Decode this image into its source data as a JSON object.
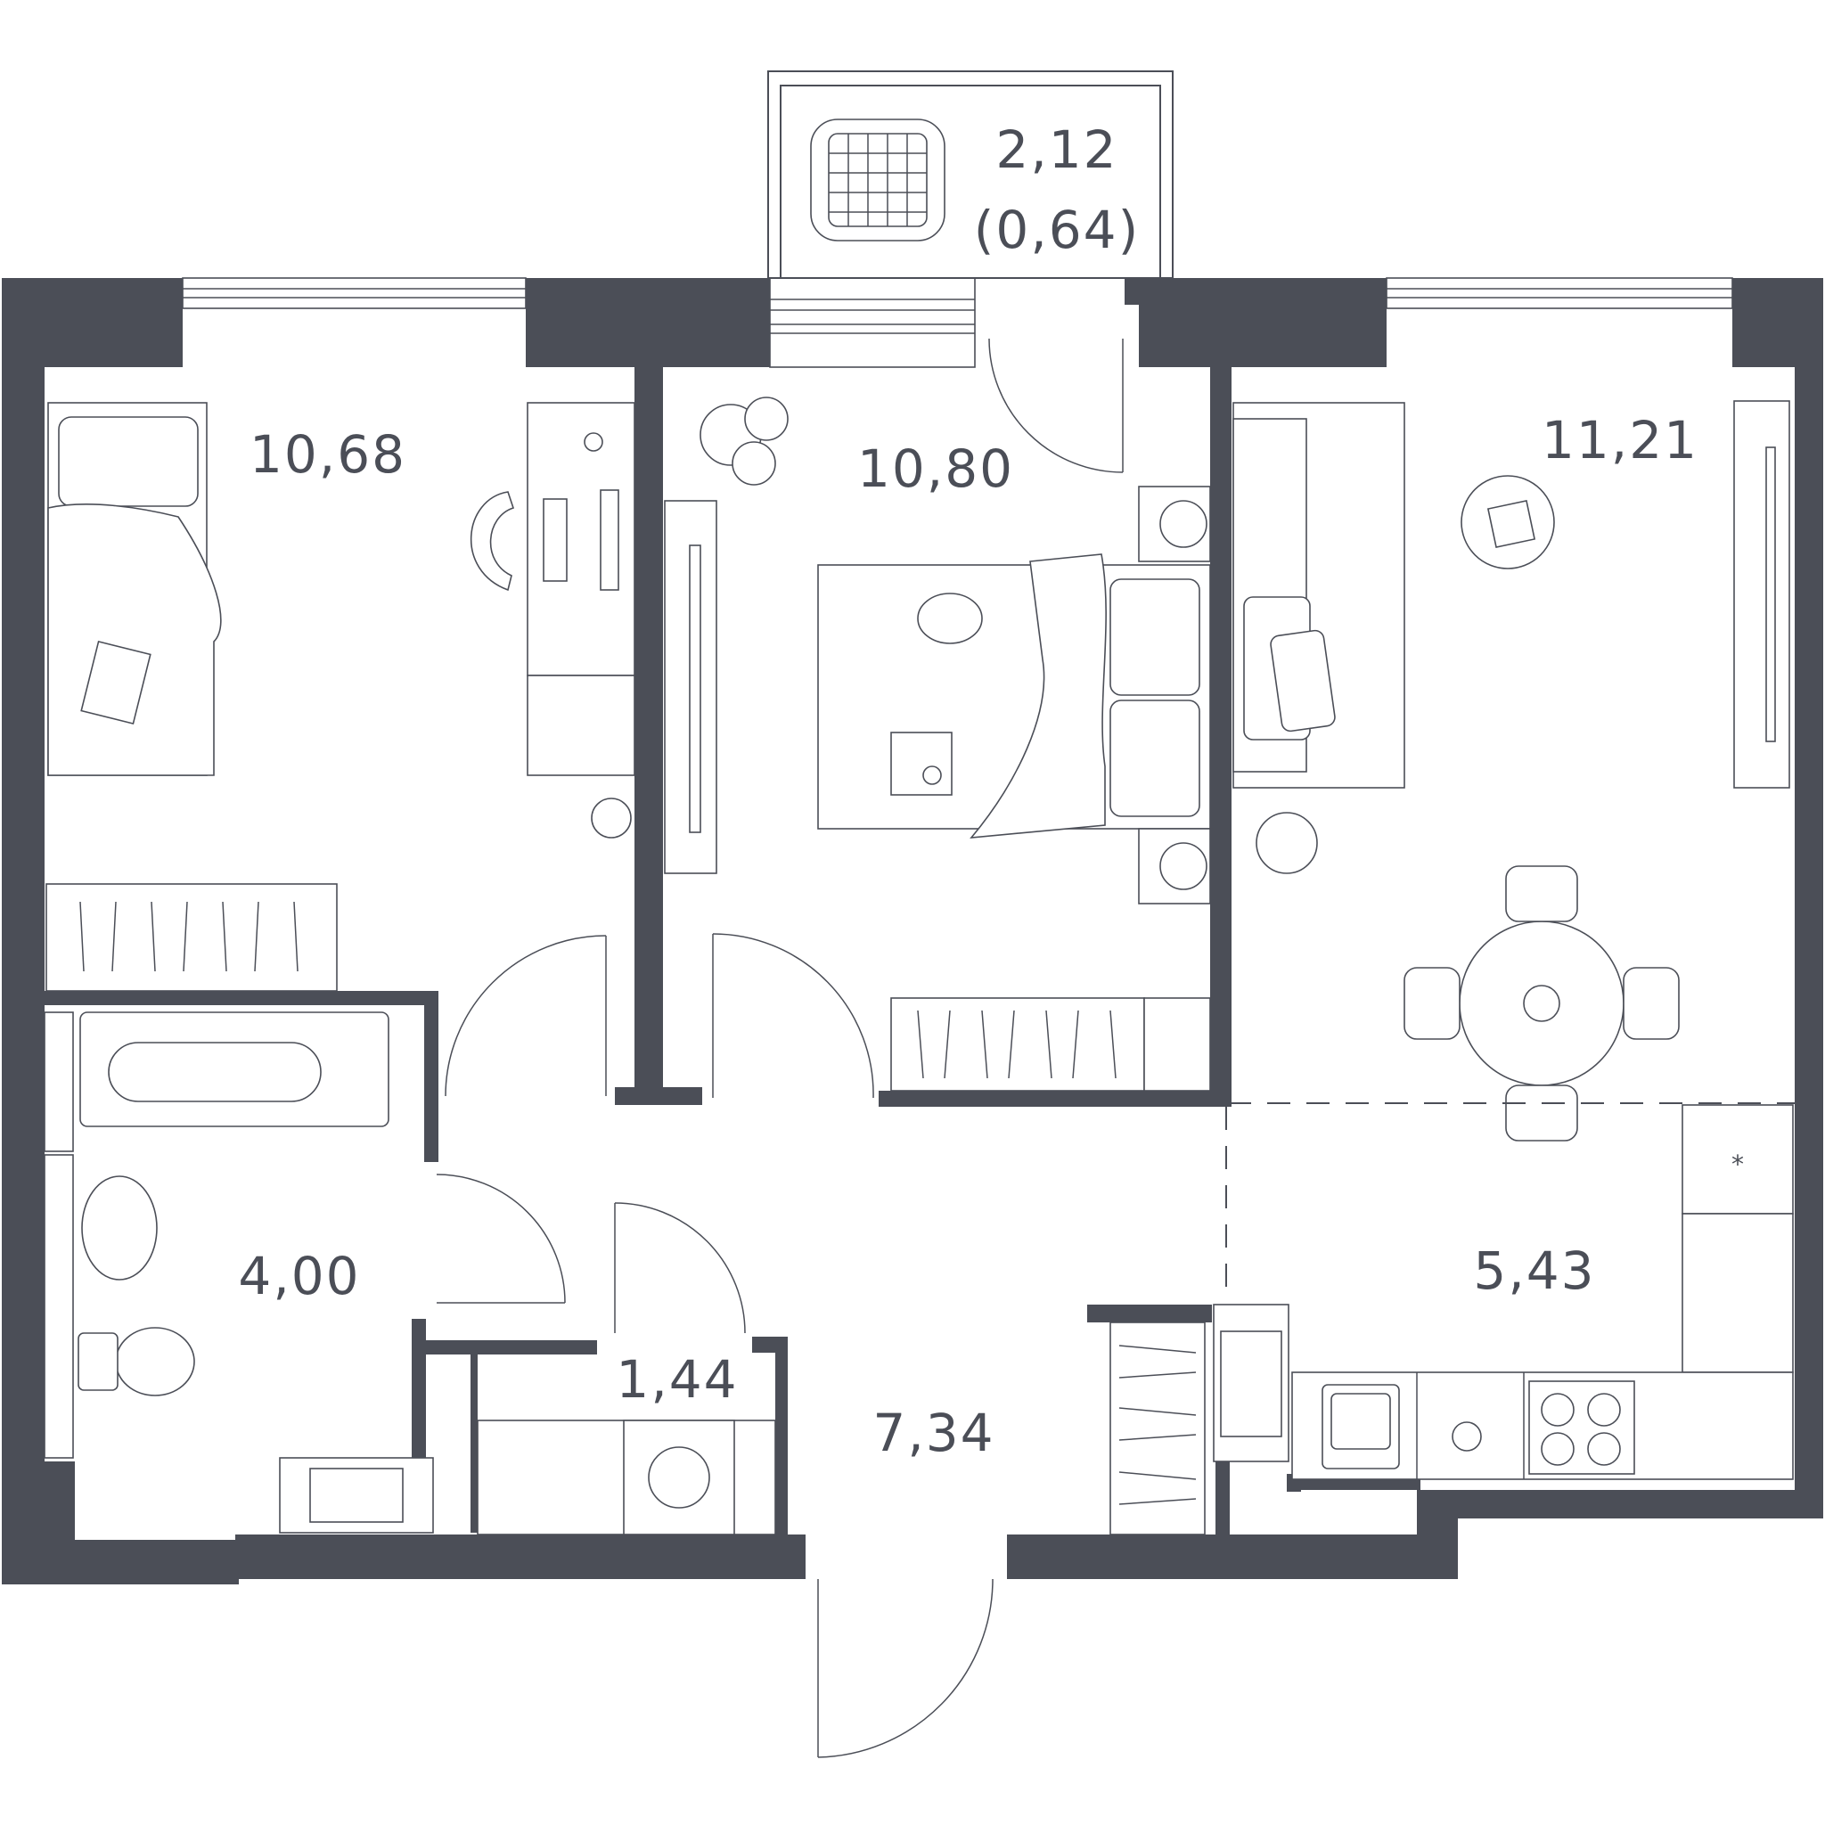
{
  "rooms": [
    {
      "id": "bedroom-1",
      "area": "10,68"
    },
    {
      "id": "bedroom-2",
      "area": "10,80"
    },
    {
      "id": "living-room",
      "area": "11,21"
    },
    {
      "id": "balcony",
      "area": "2,12",
      "reduced_area": "(0,64)"
    },
    {
      "id": "bathroom",
      "area": "4,00"
    },
    {
      "id": "laundry",
      "area": "1,44"
    },
    {
      "id": "hallway",
      "area": "7,34"
    },
    {
      "id": "kitchen",
      "area": "5,43"
    }
  ],
  "colors": {
    "wall": "#4b4e57",
    "background": "#ffffff"
  }
}
